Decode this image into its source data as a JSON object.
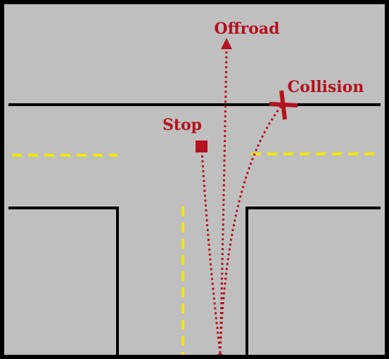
{
  "colors": {
    "road": "#bfbfbf",
    "border": "#000000",
    "curb": "#000000",
    "lane_marking": "#f2e600",
    "trajectory": "#b3121f"
  },
  "labels": {
    "offroad": "Offroad",
    "collision": "Collision",
    "stop": "Stop"
  },
  "markers": {
    "offroad": "arrowhead",
    "collision": "cross",
    "stop": "square"
  }
}
